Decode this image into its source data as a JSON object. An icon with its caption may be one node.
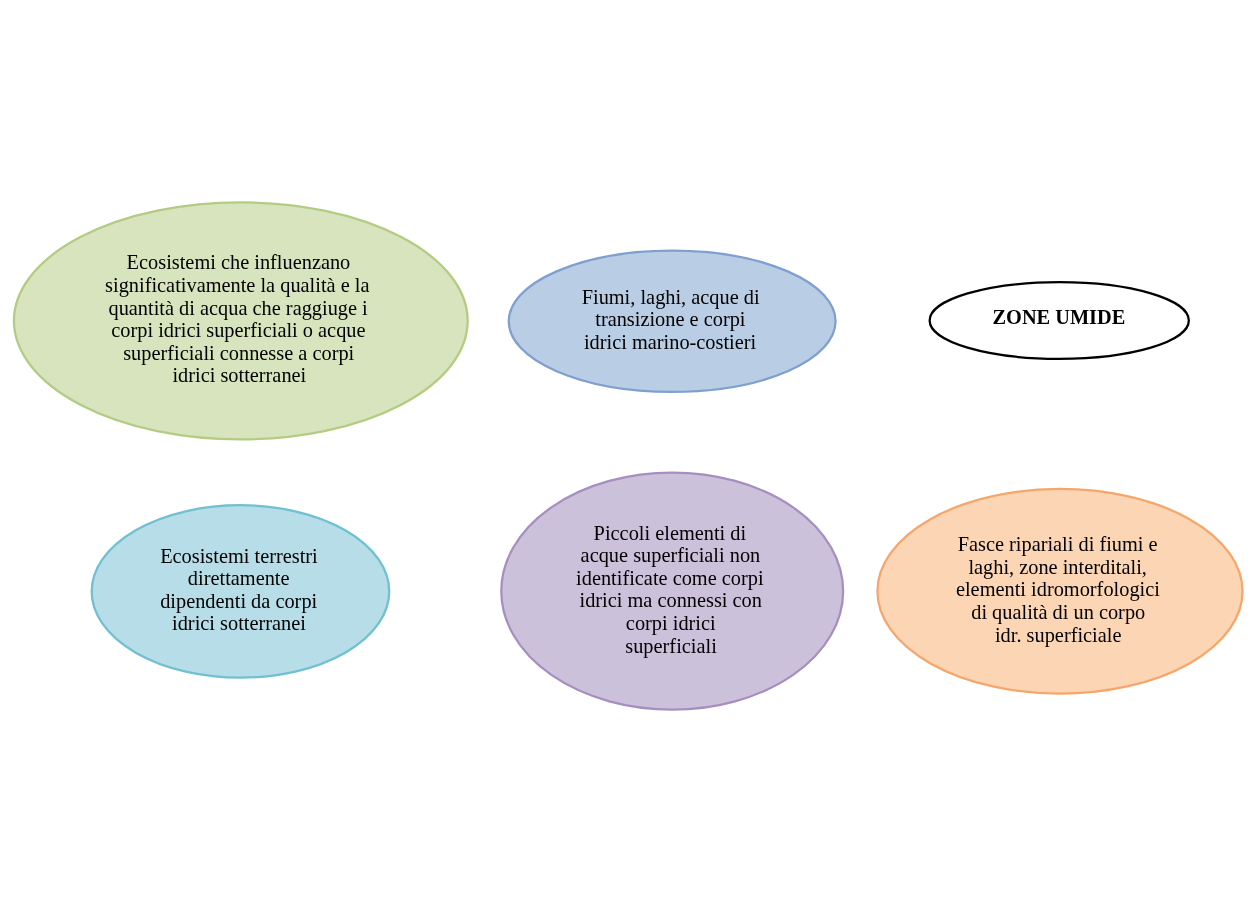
{
  "diagram": {
    "nodes": [
      {
        "text": [
          "Ecosistemi che influenzano significativamente la qualità e la quantità di acqua che raggiuge i corpi idrici superficiali o acque superficiali connesse a corpi idrici sotterranei"
        ]
      },
      {
        "text": [
          "Fiumi, laghi, acque di transizione e corpi idrici marino-costieri"
        ]
      },
      {
        "text": [
          "ZONE UMIDE"
        ]
      },
      {
        "text": [
          "Ecosistemi terrestri direttamente dipendenti da corpi idrici sotterranei"
        ]
      },
      {
        "text": [
          "Piccoli elementi di acque superficiali non identificate come corpi idrici ma connessi con corpi idrici superficiali"
        ]
      },
      {
        "text": [
          "Fasce ripariali di fiumi e laghi, zone interditali, elementi idromorfologici di qualità di un corpo idr. superficiale"
        ]
      }
    ],
    "edges": []
  }
}
